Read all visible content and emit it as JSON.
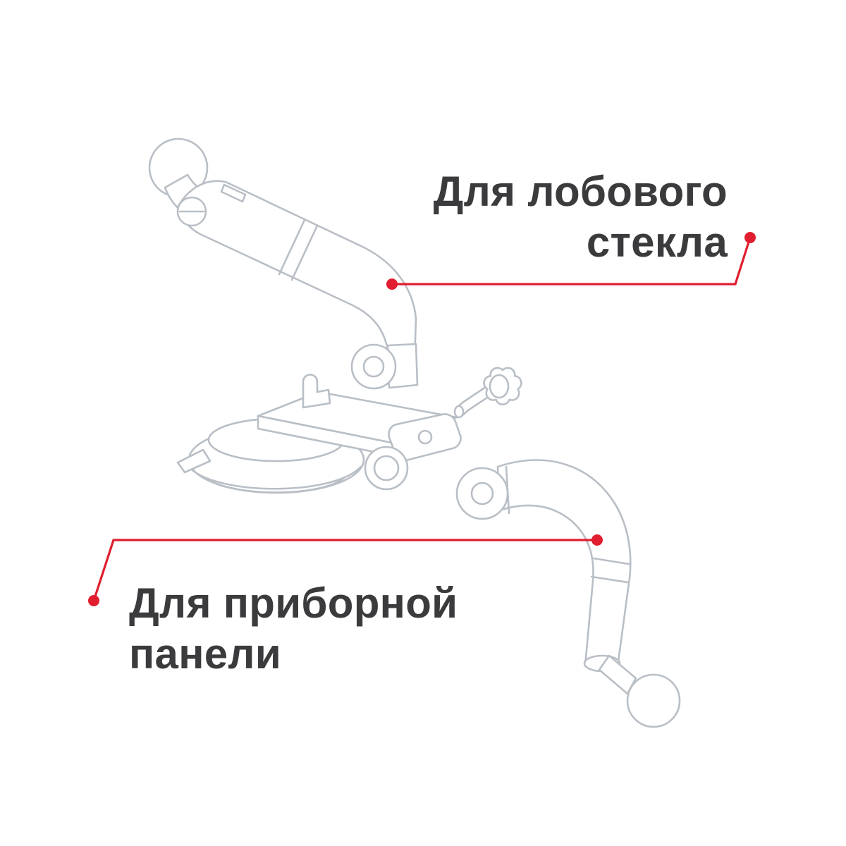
{
  "palette": {
    "background": "#ffffff",
    "accent_red": "#e01e30",
    "line_gray": "#b9bfc6",
    "text_dark": "#3b3b3d"
  },
  "labels": {
    "windshield": {
      "line1": "Для лобового",
      "line2": "стекла"
    },
    "dashboard": {
      "line1": "Для приборной",
      "line2": "панели"
    }
  }
}
